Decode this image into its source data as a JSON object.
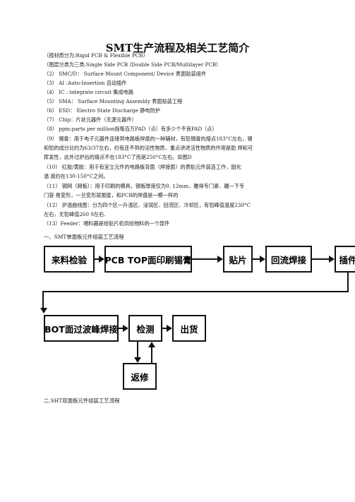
{
  "title": "SMT生产流程及相关工艺简介",
  "lines": [
    "（按材质分为:Rigid PCB & Flexible PCB）",
    "（图层分类为三类:Single Side PCB /Double Side PCB/Multilayer PCB）",
    "（2）  SMC/D：  Surface Mount Component/ Device 表面贴装组件",
    "（3）   AI :Auto-Insertion 自动插件",
    "（4）   IC : integrate circuit 集成电路",
    "（5）   SMA：  Surface Mounting Assembly 表面贴装工程",
    "（6）   ESD：  Electro State Discharge 静电防护",
    "（7）   Chip：片状元器件（无源元器件）",
    "（8）   ppm:parts per million指每百万PAD（点）有多少个不良PAD（点）",
    "（9） 锡膏：用于电子元器件连接到电路板焊盘的一种辅材，有铅锡膏的熔点183°C左右，锡",
    "和铅的成分比约为63/37左右，约有还不到的活性物质，重点讲述活性物质的作用是助   焊和可",
    "挥发性，此外过炉后的熔点不在183°C了而是250°C左右。如图D",
    "（10）   红胶/黄胶：用于有宜立元件的电路板背面（焊接面）的表贴元件装连工作，固化",
    "温  度约在130-150°C之间。",
    "（11）   钢网（网板）：用于印刷的模具，钢板厚度仅为0. 12mm，雕得专门紧、碾一下专",
    "门容  易变形，一旦变形就报废，和PCB的焊盘是一模一样的",
    "（12）   炉温曲线图：分为四个区一升温区、浸润区、回流区、冷却区，有铅峰值温度230°C",
    "左右，无铅峰值260 9左右.",
    "（13）Feeder：喂料器是给贴片机供给物料的一个部件"
  ],
  "section1": "一、SMT单面板元件组装工艺流程",
  "section2": "二.SHT双面板元件组装工艺流程",
  "flow": {
    "s1": "来料检验",
    "s2": "PCB TOP面印刷锡膏",
    "s3": "贴片",
    "s4": "回流焊接",
    "s5": "插件",
    "s6": "BOT面过波峰焊接",
    "s7": "检测",
    "s8": "出货",
    "s9": "返修"
  }
}
